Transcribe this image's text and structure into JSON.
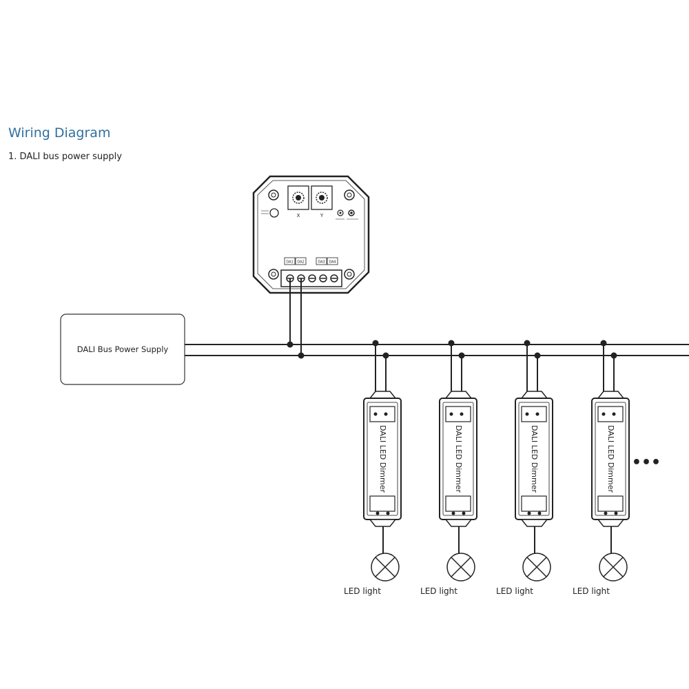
{
  "header": {
    "title": "Wiring Diagram",
    "subtitle": "1. DALI bus power supply"
  },
  "power_supply": {
    "label": "DALI Bus Power Supply"
  },
  "controller": {
    "dial_x_label": "X",
    "dial_y_label": "Y",
    "terminal_labels": [
      "DA1",
      "DA2",
      "DA3",
      "DA4"
    ]
  },
  "dimmers": [
    {
      "label": "DALI LED Dimmer",
      "light_label": "LED light"
    },
    {
      "label": "DALI LED Dimmer",
      "light_label": "LED light"
    },
    {
      "label": "DALI LED Dimmer",
      "light_label": "LED light"
    },
    {
      "label": "DALI LED Dimmer",
      "light_label": "LED light"
    }
  ],
  "continuation": "•••"
}
